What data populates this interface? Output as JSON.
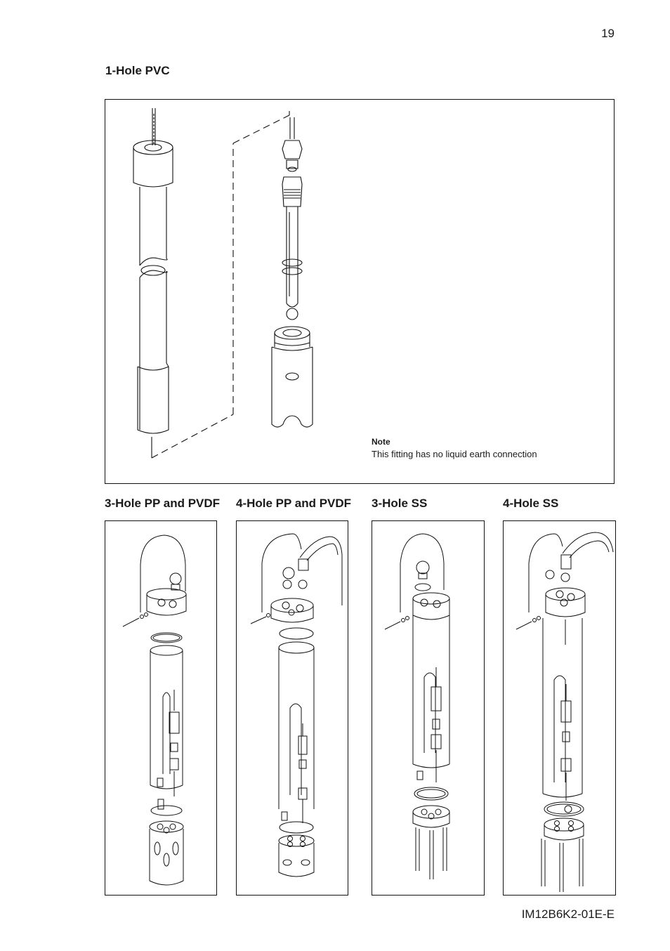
{
  "page": {
    "number": "19",
    "document_code": "IM12B6K2-01E-E"
  },
  "sections": {
    "one_hole_pvc": {
      "title": "1-Hole PVC",
      "note": {
        "title": "Note",
        "text": "This fitting has no liquid earth connection"
      }
    },
    "three_hole_pp_pvdf": {
      "title": "3-Hole PP and PVDF"
    },
    "four_hole_pp_pvdf": {
      "title": "4-Hole PP and PVDF"
    },
    "three_hole_ss": {
      "title": "3-Hole SS"
    },
    "four_hole_ss": {
      "title": "4-Hole SS"
    }
  }
}
